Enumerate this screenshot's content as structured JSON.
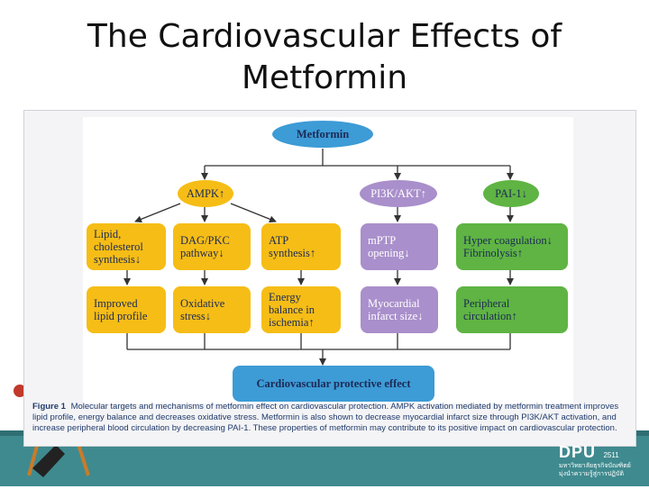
{
  "slide": {
    "title_line1": "The Cardiovascular Effects of",
    "title_line2": "Metformin"
  },
  "diagram": {
    "root": "Metformin",
    "pathways": [
      {
        "label": "AMPK↑",
        "color": "#f6bd16"
      },
      {
        "label": "PI3K/AKT↑",
        "color": "#a98fcb"
      },
      {
        "label": "PAI-1↓",
        "color": "#5fb443"
      }
    ],
    "mechanisms": [
      {
        "lines": [
          "Lipid,",
          "cholesterol",
          "synthesis↓"
        ]
      },
      {
        "lines": [
          "DAG/PKC",
          "pathway↓"
        ]
      },
      {
        "lines": [
          "ATP",
          "synthesis↑"
        ]
      },
      {
        "lines": [
          "mPTP",
          "opening↓"
        ]
      },
      {
        "lines": [
          "Hyper coagulation↓",
          "Fibrinolysis↑"
        ]
      }
    ],
    "outcomes": [
      {
        "lines": [
          "Improved",
          "lipid profile"
        ]
      },
      {
        "lines": [
          "Oxidative",
          "stress↓"
        ]
      },
      {
        "lines": [
          "Energy",
          "balance in",
          "ischemia↑"
        ]
      },
      {
        "lines": [
          "Myocardial",
          "infarct size↓"
        ]
      },
      {
        "lines": [
          "Peripheral",
          "circulation↑"
        ]
      }
    ],
    "final": "Cardiovascular protective effect"
  },
  "caption": {
    "label": "Figure 1",
    "text": "Molecular targets and mechanisms of metformin effect on cardiovascular protection. AMPK activation mediated by metformin treatment improves lipid profile, energy balance and decreases oxidative stress. Metformin is also shown to decrease myocardial infarct size through PI3K/AKT activation, and increase peripheral blood circulation by decreasing PAI-1. These properties of metformin may contribute to its positive impact on cardiovascular protection."
  },
  "logo": {
    "name": "DPU",
    "year": "2511",
    "line1": "มหาวิทยาลัยธุรกิจบัณฑิตย์",
    "line2": "มุ่งนำความรู้สู่การปฏิบัติ"
  },
  "colors": {
    "ampk_family": "#f6bd16",
    "pi3k_family": "#a98fcb",
    "pai1_family": "#5fb443",
    "root_and_final": "#3d9bd6",
    "bottom_band": "#3f8a8f"
  }
}
